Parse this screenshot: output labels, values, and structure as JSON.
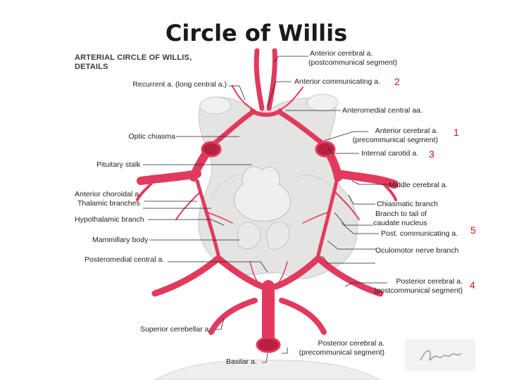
{
  "slide": {
    "title": "Circle of Willis"
  },
  "figure": {
    "title_line1": "ARTERIAL CIRCLE OF WILLIS,",
    "title_line2": "DETAILS",
    "signature": "Schlegel",
    "labels_right": {
      "aca_post_1": "Anterior cerebral a.",
      "aca_post_2": "(postcommunical segment)",
      "acom": "Anterior communicating a.",
      "anteromedial": "Anteromedial central aa.",
      "aca_pre_1": "Anterior cerebral a.",
      "aca_pre_2": "(precommunical segment)",
      "ica": "Internal carotid a.",
      "mca": "Middle cerebral a.",
      "chiasmatic": "Chiasmatic branch",
      "caudate_1": "Branch to tail of",
      "caudate_2": "caudate nucleus",
      "pcom": "Post. communicating a.",
      "oculomotor": "Oculomotor nerve branch",
      "pca_post_1": "Posterior cerebral a.",
      "pca_post_2": "(postcommunical segment)",
      "pca_pre_1": "Posterior cerebral a.",
      "pca_pre_2": "(precommunical segment)"
    },
    "labels_left": {
      "recurrent": "Recurrent a. (long central a.)",
      "optic": "Optic chiasma",
      "pituitary": "Pituitary stalk",
      "ant_choroidal": "Anterior choroidal a.",
      "thalamic": "Thalamic branches",
      "hypothalamic": "Hypothalamic branch",
      "mammillary": "Mammillary body",
      "posteromedial": "Posteromedial central a.",
      "sup_cerebellar": "Superior cerebellar a.",
      "basilar": "Basilar a."
    },
    "numbers": {
      "n2": "2",
      "n1": "1",
      "n3": "3",
      "n5": "5",
      "n4": "4"
    },
    "colors": {
      "artery": "#e23a5e",
      "artery_dark": "#b8203f",
      "tissue": "#e4e4e2",
      "number": "#d01010"
    }
  }
}
